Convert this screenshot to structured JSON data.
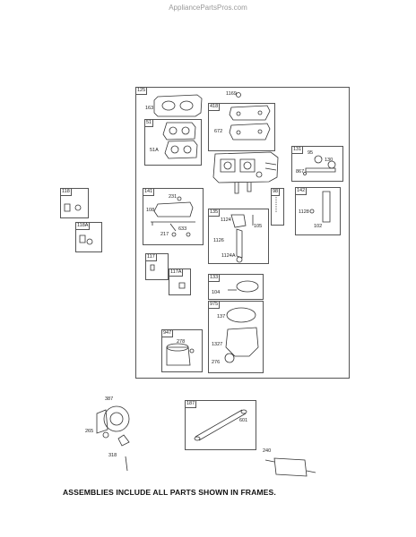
{
  "watermark": "AppliancePartsPros.com",
  "footer_note": "ASSEMBLIES INCLUDE ALL PARTS SHOWN IN FRAMES.",
  "callouts": {
    "c125": "125",
    "c1169": "1169",
    "c163": "163",
    "c51": "51",
    "c51a": "51A",
    "c418": "418",
    "c672": "672",
    "c131": "131",
    "c95": "95",
    "c130": "130",
    "c867": "867",
    "c141": "141",
    "c231": "231",
    "c108": "108",
    "c217": "217",
    "c633": "633",
    "c135": "135",
    "c1124": "1124",
    "c105": "105",
    "c1126": "1126",
    "c1124a": "1124A",
    "c98": "98",
    "c142": "142",
    "c1128": "1128",
    "c102": "102",
    "c118": "118",
    "c118a": "118A",
    "c117": "117",
    "c117a": "117A",
    "c133": "133",
    "c104": "104",
    "c975": "975",
    "c137": "137",
    "c1327": "1327",
    "c276": "276",
    "c947": "947",
    "c278": "278",
    "c387": "387",
    "c265": "265",
    "c318": "318",
    "c187": "187",
    "c601": "601",
    "c240": "240"
  }
}
